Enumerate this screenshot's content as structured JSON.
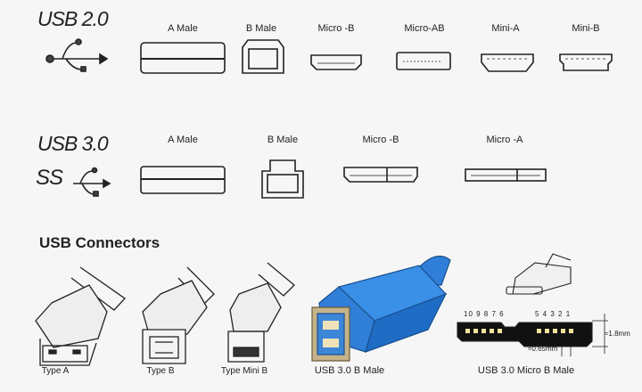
{
  "usb2": {
    "title": "USB 2.0",
    "icon": "usb-trident-icon",
    "connectors": [
      "A Male",
      "B Male",
      "Micro -B",
      "Micro-AB",
      "Mini-A",
      "Mini-B"
    ]
  },
  "usb3": {
    "title": "USB 3.0",
    "icon": "superspeed-usb-icon",
    "ss_label": "SS",
    "connectors": [
      "A Male",
      "B Male",
      "Micro -B",
      "Micro -A"
    ]
  },
  "connectors_section": {
    "heading": "USB Connectors",
    "captions": [
      "Type A",
      "Type B",
      "Type Mini B",
      "USB 3.0 B Male",
      "USB 3.0 Micro B Male"
    ],
    "plug_color": "#2f7fd8",
    "micro_b_pinout": {
      "left_pins": "10 9 8 7 6",
      "right_pins": "5 4 3 2 1",
      "height_dim": "≈1.8mm",
      "pitch_dim": "≈0.65mm"
    }
  }
}
